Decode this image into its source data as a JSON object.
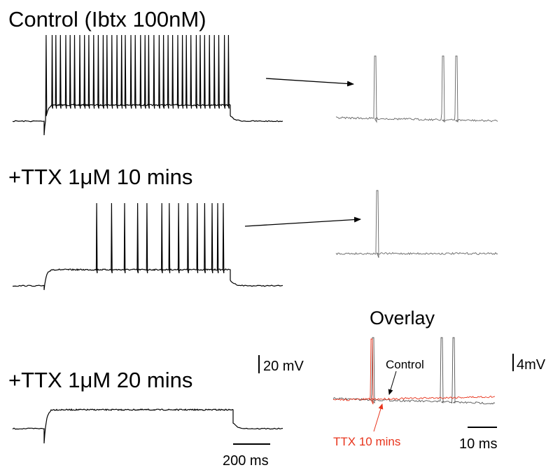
{
  "panels": {
    "control": {
      "label": "Control (Ibtx 100nM)"
    },
    "ttx10": {
      "label": "+TTX 1μM 10 mins"
    },
    "ttx20": {
      "label": "+TTX 1μM 20 mins"
    }
  },
  "overlay": {
    "title": "Overlay",
    "control_label": "Control",
    "ttx_label": "TTX 10 mins",
    "colors": {
      "control": "#555555",
      "ttx": "#e8341c"
    }
  },
  "scale_bars": {
    "main_voltage": "20 mV",
    "main_time": "200 ms",
    "overlay_voltage": "4mV",
    "overlay_time": "10 ms"
  },
  "chart_data": [
    {
      "type": "line",
      "title": "Control (Ibtx 100nM)",
      "spike_count": 40
    },
    {
      "type": "line",
      "title": "+TTX 1μM 10 mins",
      "spike_count": 14
    },
    {
      "type": "line",
      "title": "+TTX 1μM 20 mins",
      "spike_count": 0
    },
    {
      "type": "line",
      "title": "Overlay",
      "series": [
        {
          "name": "Control"
        },
        {
          "name": "TTX 10 mins"
        }
      ]
    }
  ]
}
